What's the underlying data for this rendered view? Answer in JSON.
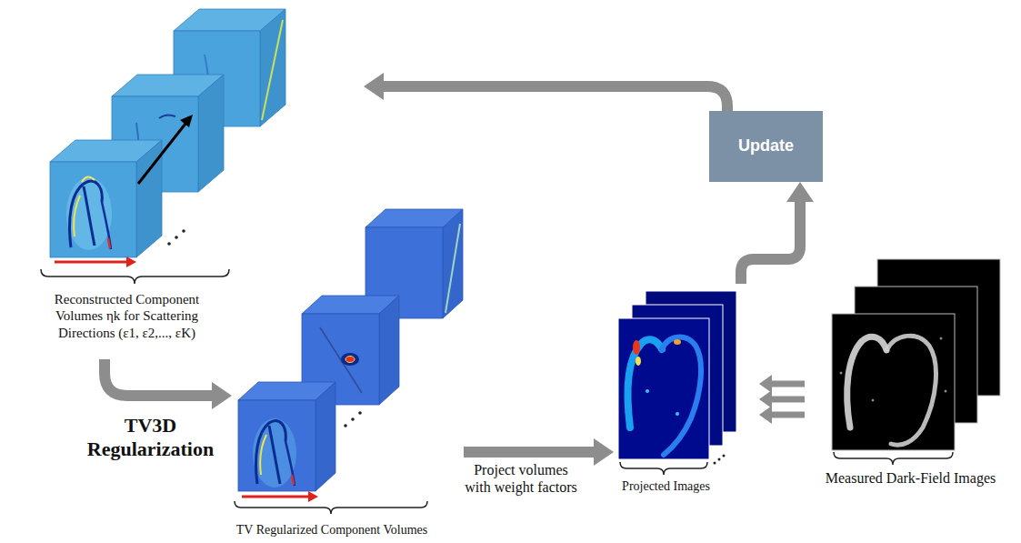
{
  "diagram": {
    "nodes": [
      {
        "text": [
          "Reconstructed Component Volumes ηk for Scattering Directions (ε1, ε2,..., εK)"
        ]
      },
      {
        "text": [
          "Update"
        ]
      },
      {
        "text": [
          "TV Regularized Component Volumes"
        ]
      },
      {
        "text": [
          "Projected Images"
        ]
      },
      {
        "text": [
          "Measured Dark-Field Images"
        ]
      }
    ],
    "edges": [
      {
        "from": 1,
        "to": 0,
        "arrow": "to"
      },
      {
        "from": 0,
        "to": 2,
        "arrow": "to",
        "label": "TV3D Regularization"
      },
      {
        "from": 2,
        "to": 3,
        "arrow": "to",
        "label": "Project volumes with weight factors"
      },
      {
        "from": 4,
        "to": 3,
        "arrow": "to"
      },
      {
        "from": 4,
        "to": 3,
        "arrow": "to"
      },
      {
        "from": 4,
        "to": 3,
        "arrow": "to"
      },
      {
        "from": 3,
        "to": 1,
        "arrow": "to"
      }
    ]
  }
}
